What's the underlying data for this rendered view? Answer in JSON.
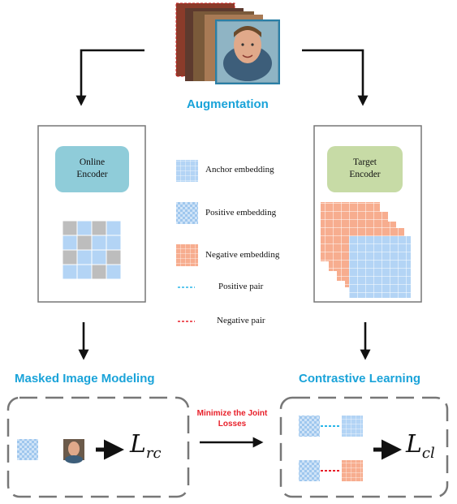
{
  "title": "Augmentation",
  "online_encoder": {
    "line1": "Online",
    "line2": "Encoder",
    "color": "#8fccd9"
  },
  "target_encoder": {
    "line1": "Target",
    "line2": "Encoder",
    "color": "#c7dba6"
  },
  "legend": {
    "anchor": "Anchor embedding",
    "positive": "Positive embedding",
    "negative": "Negative embedding",
    "positive_pair": "Positive pair",
    "negative_pair": "Negative pair"
  },
  "masked_image_modeling": {
    "label": "Masked Image Modeling",
    "loss_main": "L",
    "loss_sub": "rc"
  },
  "contrastive_learning": {
    "label": "Contrastive Learning",
    "loss_main": "L",
    "loss_sub": "cl"
  },
  "joint": {
    "line1": "Minimize the Joint",
    "line2": "Losses"
  },
  "colors": {
    "anchor": "#b3d4f5",
    "positive_light": "#cfe3f7",
    "negative": "#f7ad8f",
    "mask": "#bdbdbd",
    "heading": "#1aa3d9",
    "positive_pair_line": "#2bb6e8",
    "negative_pair_line": "#e8202a"
  }
}
